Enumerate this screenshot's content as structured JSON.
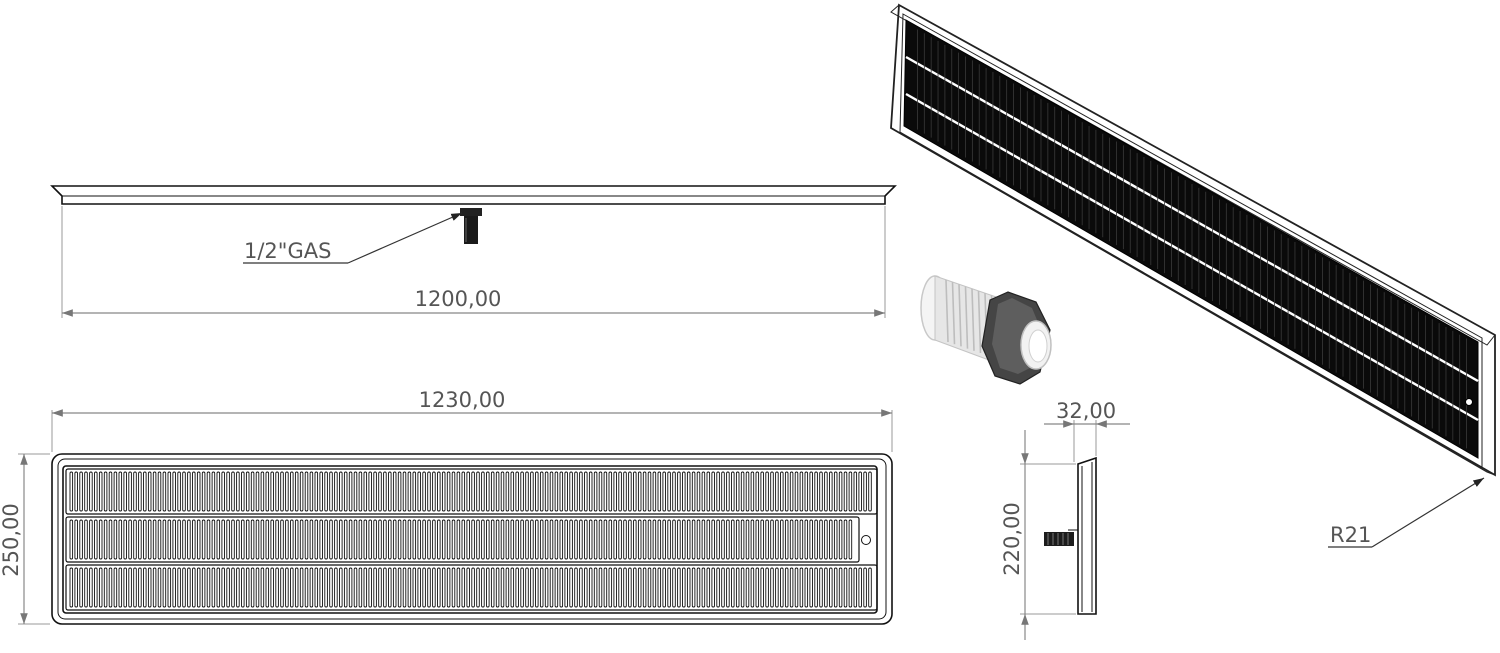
{
  "drawing": {
    "colors": {
      "line": "#111111",
      "dimension": "#555555",
      "fitting": "#e8e8e8",
      "nut": "#444444"
    },
    "side_view": {
      "length_label": "1200,00",
      "thread_label": "1/2\"GAS"
    },
    "top_view": {
      "length_label": "1230,00",
      "width_label": "250,00"
    },
    "end_view": {
      "depth_label": "32,00",
      "height_label": "220,00"
    },
    "iso_view": {
      "radius_label": "R21"
    }
  }
}
